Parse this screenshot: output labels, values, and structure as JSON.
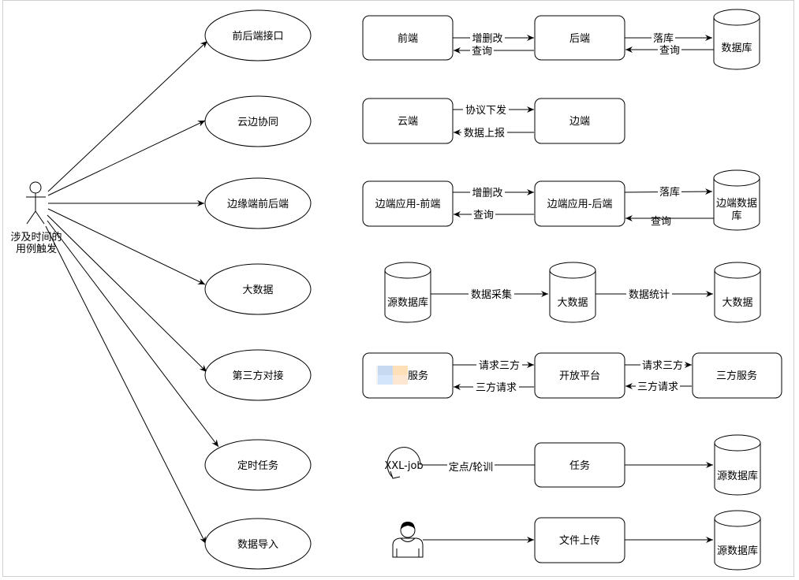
{
  "actor": {
    "label_line1": "涉及时间的",
    "label_line2": "用例触发"
  },
  "use_cases": [
    {
      "label": "前后端接口"
    },
    {
      "label": "云边协同"
    },
    {
      "label": "边缘端前后端"
    },
    {
      "label": "大数据"
    },
    {
      "label": "第三方对接"
    },
    {
      "label": "定时任务"
    },
    {
      "label": "数据导入"
    }
  ],
  "flows": {
    "frontend_backend": {
      "nodes": [
        "前端",
        "后端",
        "数据库"
      ],
      "edges": [
        "增删改",
        "查询",
        "落库",
        "查询"
      ]
    },
    "cloud_edge": {
      "nodes": [
        "云端",
        "边端"
      ],
      "edges": [
        "协议下发",
        "数据上报"
      ]
    },
    "edge_app": {
      "nodes": [
        "边端应用-前端",
        "边端应用-后端",
        "边端数据",
        "库"
      ],
      "edges": [
        "增删改",
        "查询",
        "落库",
        "查询"
      ]
    },
    "big_data": {
      "nodes": [
        "源数据库",
        "大数据",
        "大数据"
      ],
      "edges": [
        "数据采集",
        "数据统计"
      ]
    },
    "third_party": {
      "nodes": [
        "服务",
        "开放平台",
        "三方服务"
      ],
      "edges": [
        "请求三方",
        "三方请求",
        "请求三方",
        "三方请求"
      ],
      "blurred_logo_colors": [
        "#c6d9f1",
        "#fde0b8",
        "#d2e5fb",
        "#fde7d2"
      ]
    },
    "scheduled": {
      "nodes": [
        "XXL-job",
        "任务",
        "源数据库"
      ],
      "edges": [
        "定点/轮训"
      ]
    },
    "data_import": {
      "nodes": [
        "文件上传",
        "源数据库"
      ],
      "icons": [
        "user-icon"
      ]
    }
  }
}
